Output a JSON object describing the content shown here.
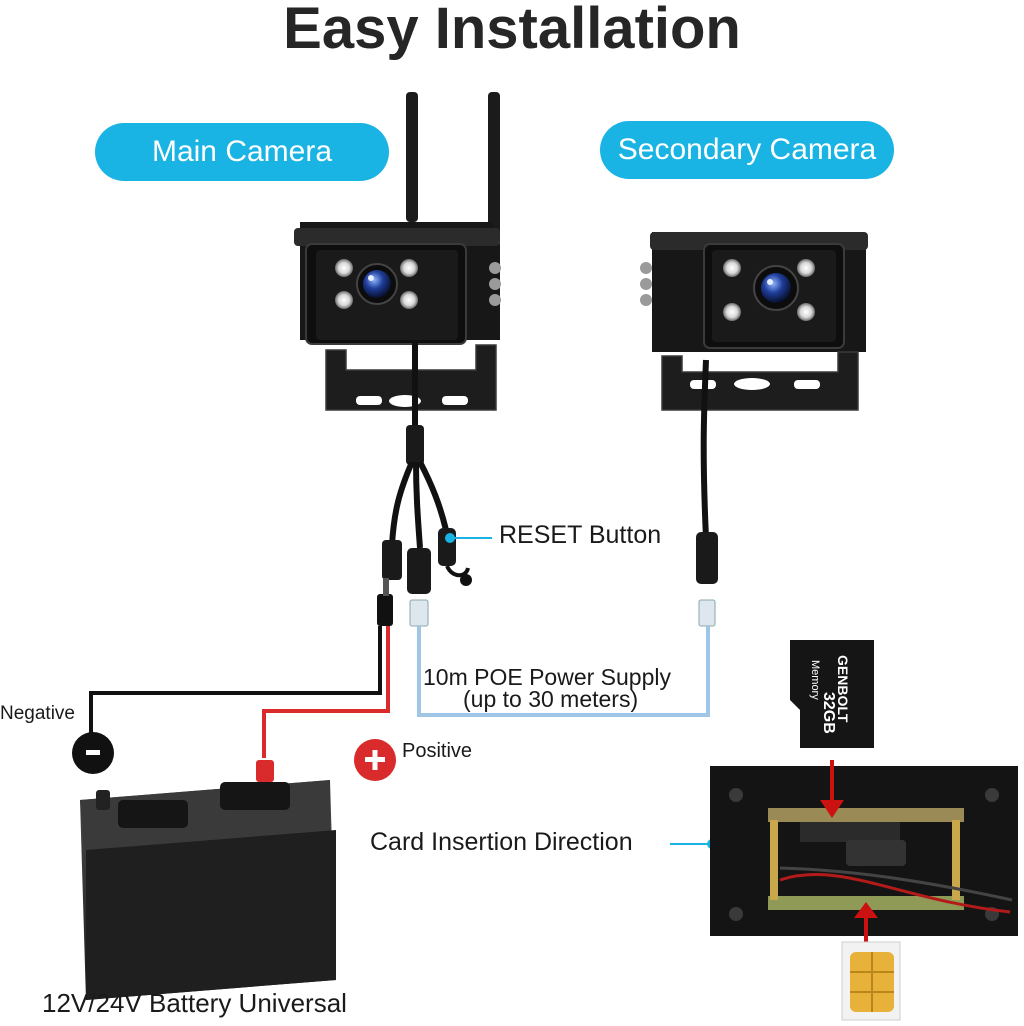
{
  "title": "Easy Installation",
  "cameras": {
    "main_label": "Main Camera",
    "secondary_label": "Secondary Camera"
  },
  "callouts": {
    "reset": "RESET Button",
    "poe_line1": "10m POE Power Supply",
    "poe_line2": "(up to 30 meters)",
    "negative": "Negative",
    "positive": "Positive",
    "card_direction": "Card Insertion Direction",
    "battery": "12V/24V Battery Universal"
  },
  "sd_card": {
    "brand": "GENBOLT",
    "memory_text": "Memory",
    "capacity": "32GB"
  },
  "colors": {
    "accent": "#1ab4e4",
    "red_wire": "#d92b2b",
    "black_wire": "#111111",
    "blue_wire": "#9fc6e6",
    "arrow_red": "#cc1111"
  }
}
